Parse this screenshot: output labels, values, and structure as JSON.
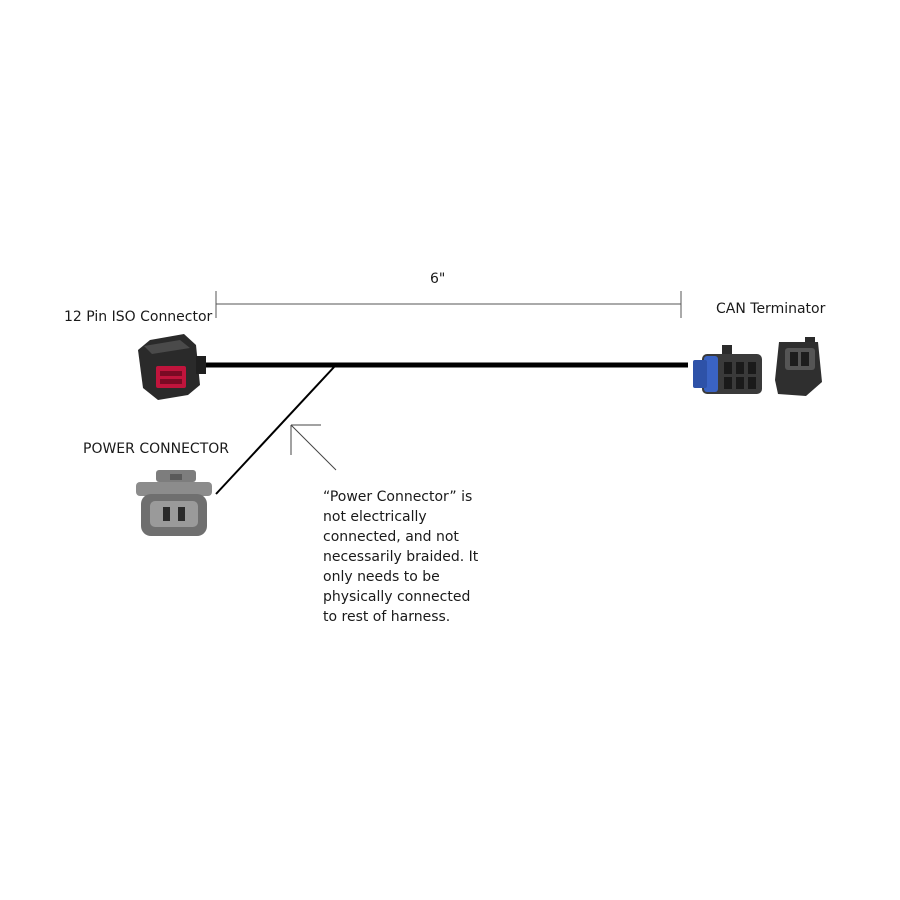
{
  "labels": {
    "iso_connector": "12 Pin ISO Connector",
    "can_terminator": "CAN Terminator",
    "power_connector": "POWER CONNECTOR",
    "dimension": "6\""
  },
  "note_lines": [
    "“Power Connector” is",
    "not electrically",
    "connected, and not",
    "necessarily braided. It",
    "only needs to be",
    "physically connected",
    "to rest of harness."
  ],
  "colors": {
    "cable": "#000000",
    "iso_housing": "#2a2a2a",
    "iso_insert": "#c0143c",
    "can_seal": "#3a63c4",
    "power_housing": "#8c8c8c"
  }
}
